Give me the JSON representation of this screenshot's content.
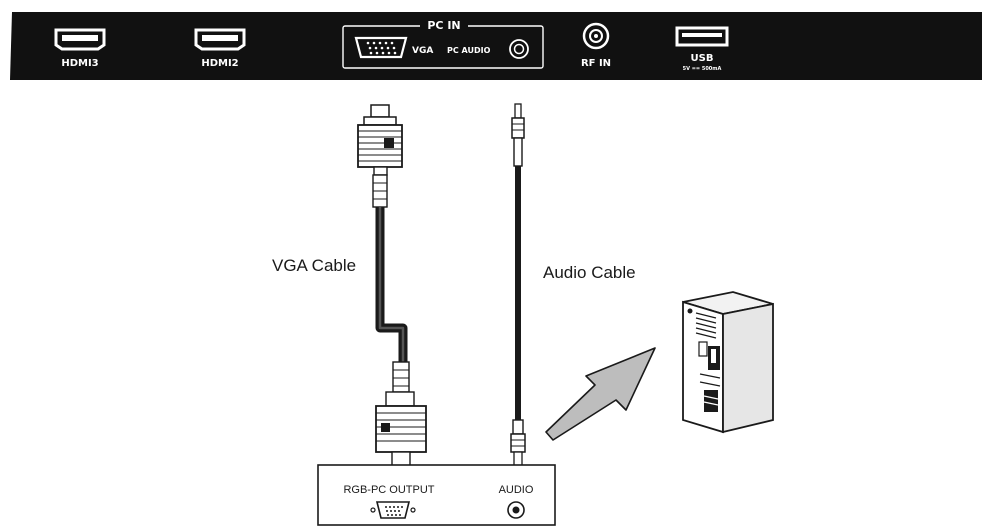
{
  "tv_panel": {
    "ports": {
      "hdmi3": "HDMI3",
      "hdmi2": "HDMI2",
      "pc_in": "PC IN",
      "vga": "VGA",
      "pc_audio": "PC AUDIO",
      "rf_in": "RF IN",
      "usb": "USB",
      "usb_rating": "5V == 500mA"
    }
  },
  "cables": {
    "vga_cable": "VGA Cable",
    "audio_cable": "Audio Cable"
  },
  "pc_box": {
    "rgb_pc_output": "RGB-PC OUTPUT",
    "audio": "AUDIO"
  },
  "colors": {
    "panel": "#111111",
    "line": "#1a1a1a",
    "arrow_fill": "#bdbdbd"
  },
  "icons": [
    "hdmi-port-icon",
    "vga-port-icon",
    "audio-jack-icon",
    "rf-coax-icon",
    "usb-port-icon",
    "computer-tower-icon",
    "arrow-icon"
  ]
}
